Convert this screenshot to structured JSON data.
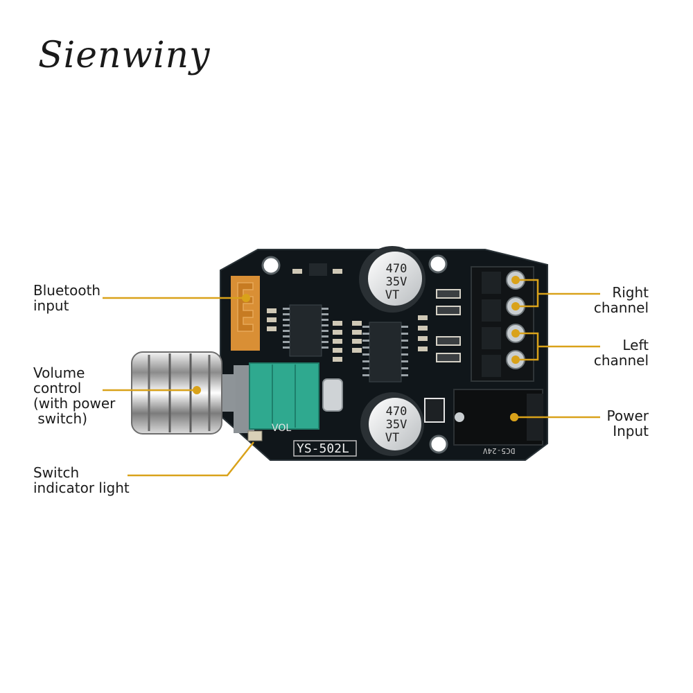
{
  "brand": {
    "name": "Sienwiny"
  },
  "board": {
    "cap_top": {
      "line1": "470",
      "line2": "35V",
      "line3": "VT"
    },
    "cap_bottom": {
      "line1": "470",
      "line2": "35V",
      "line3": "VT"
    },
    "model_label": "YS-502L",
    "vol_label": "VOL",
    "dc_label": "DC5-24V"
  },
  "labels": {
    "bluetooth": {
      "line1": "Bluetooth",
      "line2": "input"
    },
    "volume": {
      "line1": "Volume",
      "line2": "control",
      "line3": "(with power",
      "line4": " switch)"
    },
    "switch_light": {
      "line1": "Switch",
      "line2": "indicator light"
    },
    "right_channel": {
      "line1": "Right",
      "line2": "channel"
    },
    "left_channel": {
      "line1": "Left",
      "line2": "channel"
    },
    "power_input": {
      "line1": "Power",
      "line2": "Input"
    }
  },
  "colors": {
    "leader": "#d9a21a",
    "pcb": "#0f1417",
    "capacitor": "#e9ebec",
    "pot": "#28a88d"
  }
}
